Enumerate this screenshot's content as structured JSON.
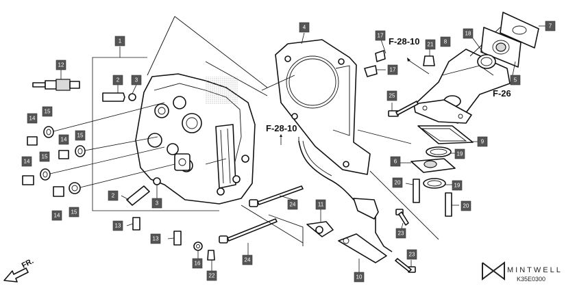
{
  "diagram": {
    "ref_labels": [
      "F-28-10",
      "F-26",
      "F-28-10"
    ],
    "direction_label": "FR.",
    "brand": "MINTWELL",
    "drawing_code": "K35E0300"
  },
  "callouts": [
    "1",
    "2",
    "3",
    "4",
    "5",
    "6",
    "7",
    "8",
    "9",
    "10",
    "11",
    "12",
    "13",
    "13",
    "14",
    "14",
    "14",
    "14",
    "15",
    "15",
    "15",
    "15",
    "16",
    "17",
    "17",
    "18",
    "19",
    "19",
    "20",
    "20",
    "21",
    "22",
    "23",
    "23",
    "24",
    "24",
    "25",
    "2",
    "3"
  ],
  "colors": {
    "callout_fill": "#555555",
    "callout_text": "#ffffff",
    "line": "#111111"
  },
  "icons": {
    "logo": "mintwell-logo-icon",
    "direction": "front-arrow-icon"
  }
}
